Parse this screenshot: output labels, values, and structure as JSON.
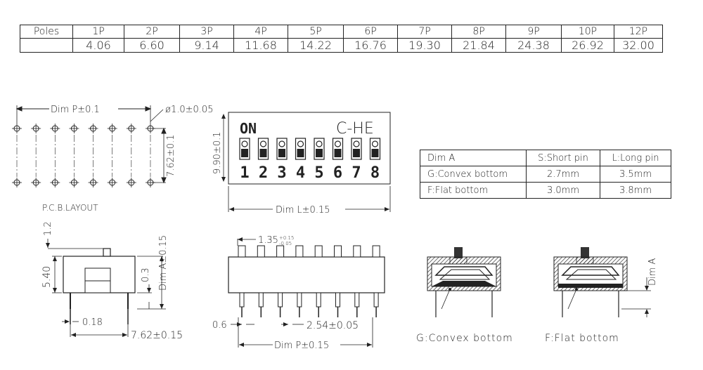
{
  "poles_table": {
    "header_label": "Poles",
    "poles": [
      "1P",
      "2P",
      "3P",
      "4P",
      "5P",
      "6P",
      "7P",
      "8P",
      "9P",
      "10P",
      "12P"
    ],
    "dim_l_values": [
      "4.06",
      "6.60",
      "9.14",
      "11.68",
      "14.22",
      "16.76",
      "19.30",
      "21.84",
      "24.38",
      "26.92",
      "32.00"
    ]
  },
  "pcb_layout": {
    "dim_p_label": "Dim P±0.1",
    "hole_label": "ø1.0±0.05",
    "row_spacing_label": "7.62±0.1",
    "caption": "P.C.B.LAYOUT"
  },
  "top_view": {
    "on_label": "ON",
    "brand_label": "C-HE",
    "switch_numbers": [
      "1",
      "2",
      "3",
      "4",
      "5",
      "6",
      "7",
      "8"
    ],
    "height_label": "9.90±0.1",
    "dim_l_label": "Dim L±0.15"
  },
  "dim_a_table": {
    "headers": [
      "Dim A",
      "S:Short pin",
      "L:Long pin"
    ],
    "rows": [
      [
        "G:Convex bottom",
        "2.7mm",
        "3.5mm"
      ],
      [
        "F:Flat bottom",
        "3.0mm",
        "3.8mm"
      ]
    ]
  },
  "side_view": {
    "actuator_label": "1.2",
    "height_label": "5.40",
    "bottom_label": "0.3",
    "dim_a_label": "Dim A±0.15",
    "pin_label": "0.18",
    "pitch_label": "7.62±0.15"
  },
  "front_view": {
    "actuator_width_label": "1.35",
    "tol_plus": "+0.15",
    "tol_minus": "-0.05",
    "pin_tip_label": "0.6",
    "pitch_label": "2.54±0.05",
    "dim_p_label": "Dim P±0.15"
  },
  "cross_sections": {
    "convex_caption": "G:Convex bottom",
    "flat_caption": "F:Flat bottom",
    "dim_a_label": "Dim A"
  }
}
